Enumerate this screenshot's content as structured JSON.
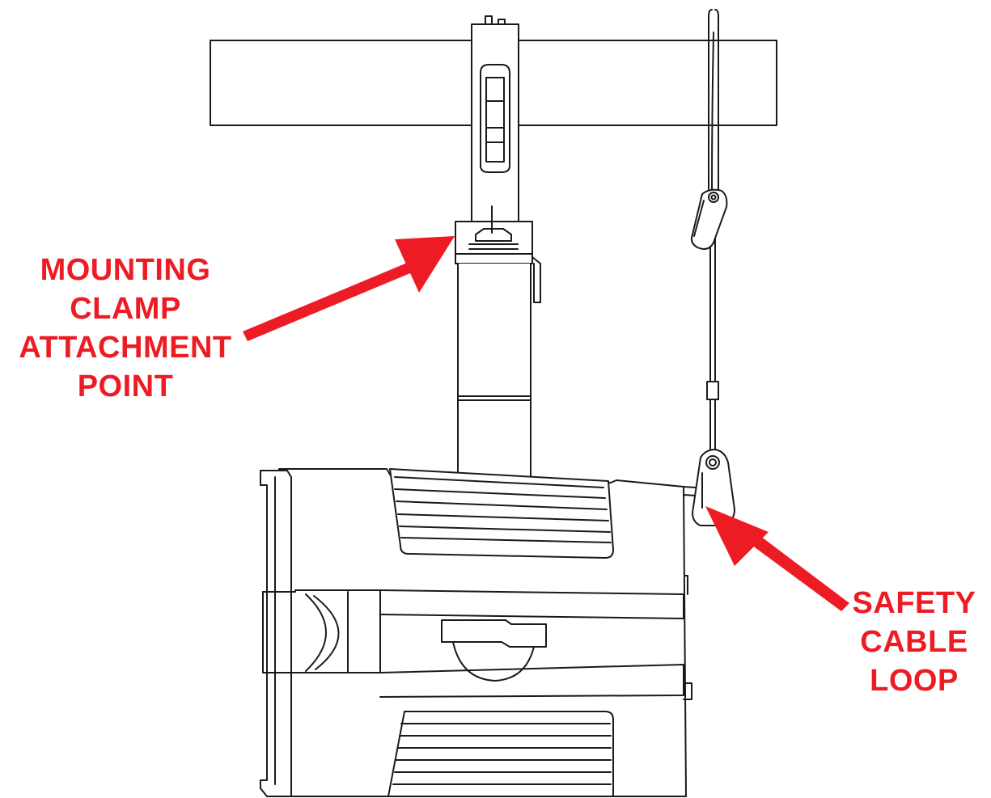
{
  "colors": {
    "line": "#1a1a1a",
    "callout": "#ed1c24",
    "background": "#ffffff"
  },
  "callouts": {
    "mounting": {
      "lines": [
        "MOUNTING",
        "CLAMP",
        "ATTACHMENT",
        "POINT"
      ]
    },
    "safety": {
      "lines": [
        "SAFETY",
        "CABLE",
        "LOOP"
      ]
    }
  }
}
